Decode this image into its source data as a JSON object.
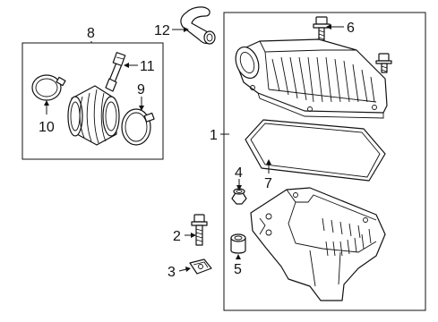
{
  "callouts": {
    "c1": "1",
    "c2": "2",
    "c3": "3",
    "c4": "4",
    "c5": "5",
    "c6": "6",
    "c7": "7",
    "c8": "8",
    "c9": "9",
    "c10": "10",
    "c11": "11",
    "c12": "12"
  },
  "parts": [
    {
      "callout": "1",
      "icon": "air-cleaner-assembly-icon"
    },
    {
      "callout": "2",
      "icon": "bolt-icon"
    },
    {
      "callout": "3",
      "icon": "clip-nut-icon"
    },
    {
      "callout": "4",
      "icon": "grommet-icon"
    },
    {
      "callout": "5",
      "icon": "insulator-icon"
    },
    {
      "callout": "6",
      "icon": "bolt-icon"
    },
    {
      "callout": "7",
      "icon": "air-filter-element-icon"
    },
    {
      "callout": "8",
      "icon": "intake-duct-assembly-icon"
    },
    {
      "callout": "9",
      "icon": "hose-clamp-icon"
    },
    {
      "callout": "10",
      "icon": "hose-clamp-icon"
    },
    {
      "callout": "11",
      "icon": "air-temp-sensor-icon"
    },
    {
      "callout": "12",
      "icon": "vent-hose-icon"
    }
  ]
}
